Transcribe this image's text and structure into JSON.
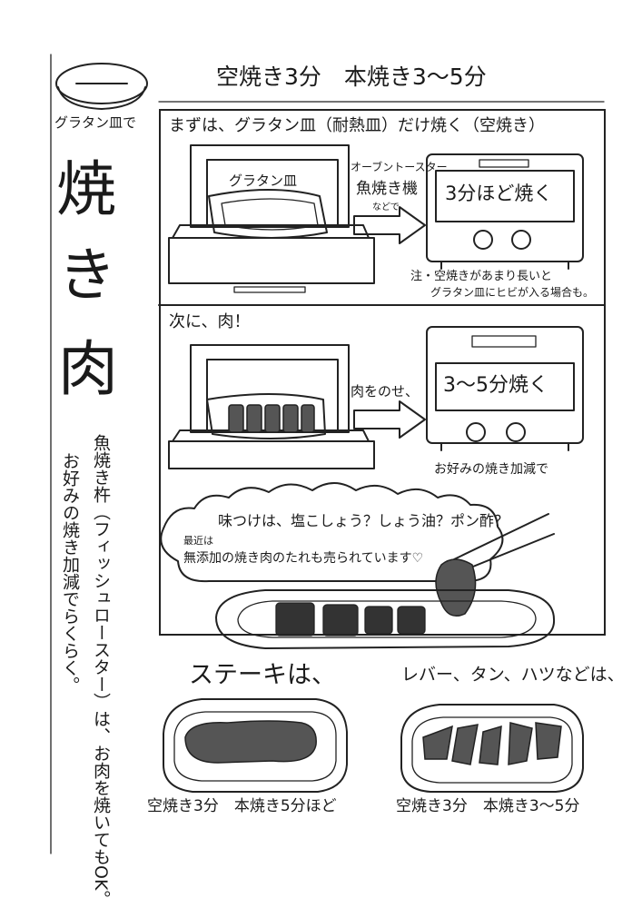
{
  "header": {
    "steps": "空焼き3分　本焼き3〜5分",
    "side_label": "グラタン皿で",
    "title_1": "焼",
    "title_2": "き",
    "title_3": "肉"
  },
  "panel1": {
    "caption": "まずは、グラタン皿（耐熱皿）だけ焼く（空焼き）",
    "dish_label": "グラタン皿",
    "device_1": "オーブントースター",
    "device_2": "魚焼き機",
    "device_3": "などで",
    "screen": "3分ほど焼く",
    "note_1": "注・空焼きがあまり長いと",
    "note_2": "グラタン皿にヒビが入る場合も。"
  },
  "panel2": {
    "caption": "次に、肉！",
    "arrow_label": "肉をのせ、",
    "screen": "3〜5分焼く",
    "note": "お好みの焼き加減で"
  },
  "panel3": {
    "line_1": "味つけは、塩こしょう？しょう油？ポン酢？",
    "line_2": "最近は",
    "line_3": "無添加の焼き肉のたれも売られています♡"
  },
  "side_notes": {
    "col_1": "魚焼き杵（フィッシュロースター）は、お肉を焼いてもOK。",
    "col_2": "お好みの焼き加減でらくらく。"
  },
  "bottom": {
    "steak_title": "ステーキは、",
    "steak_time": "空焼き3分　本焼き5分ほど",
    "liver_title": "レバー、タン、ハツなどは、",
    "liver_time": "空焼き3分　本焼き3〜5分"
  }
}
